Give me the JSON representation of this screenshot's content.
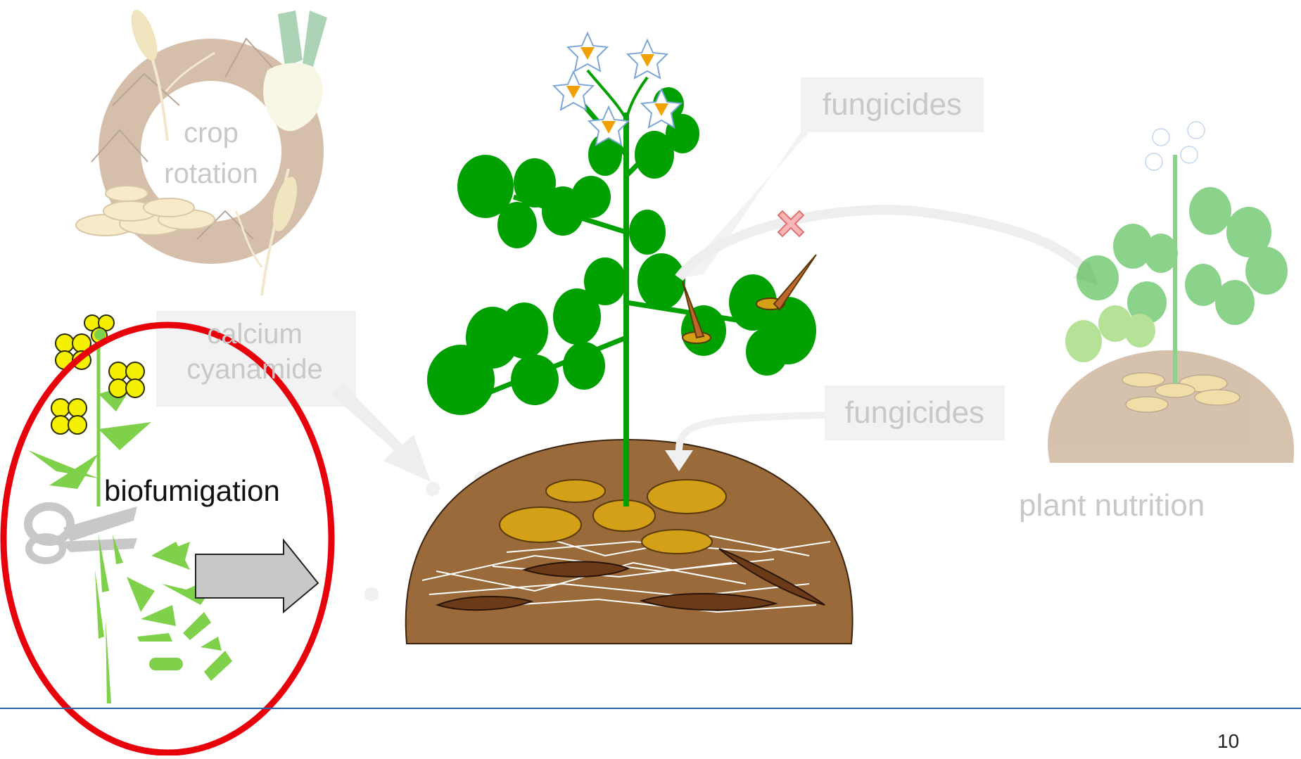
{
  "labels": {
    "crop_rotation": [
      "crop",
      "rotation"
    ],
    "calcium_cyanamide": [
      "calcium",
      "cyanamide"
    ],
    "fungicides_top": "fungicides",
    "fungicides_soil": "fungicides",
    "biofumigation": "biofumigation",
    "plant_nutrition": "plant nutrition"
  },
  "page_number": "10",
  "colors": {
    "highlight_ring": "#e8000b",
    "leaf_green": "#00a000",
    "soil_brown": "#9a6a3a",
    "tuber_gold": "#d4a017",
    "faded_text": "#c8c8c8",
    "rapeseed_yellow": "#f5f000",
    "bottom_rule": "#2a63a6"
  },
  "icons": [
    "scissors-icon",
    "right-arrow-icon",
    "cross-mark-icon",
    "wheat-icon",
    "sugar-beet-icon",
    "barley-icon",
    "potato-pile-icon"
  ]
}
